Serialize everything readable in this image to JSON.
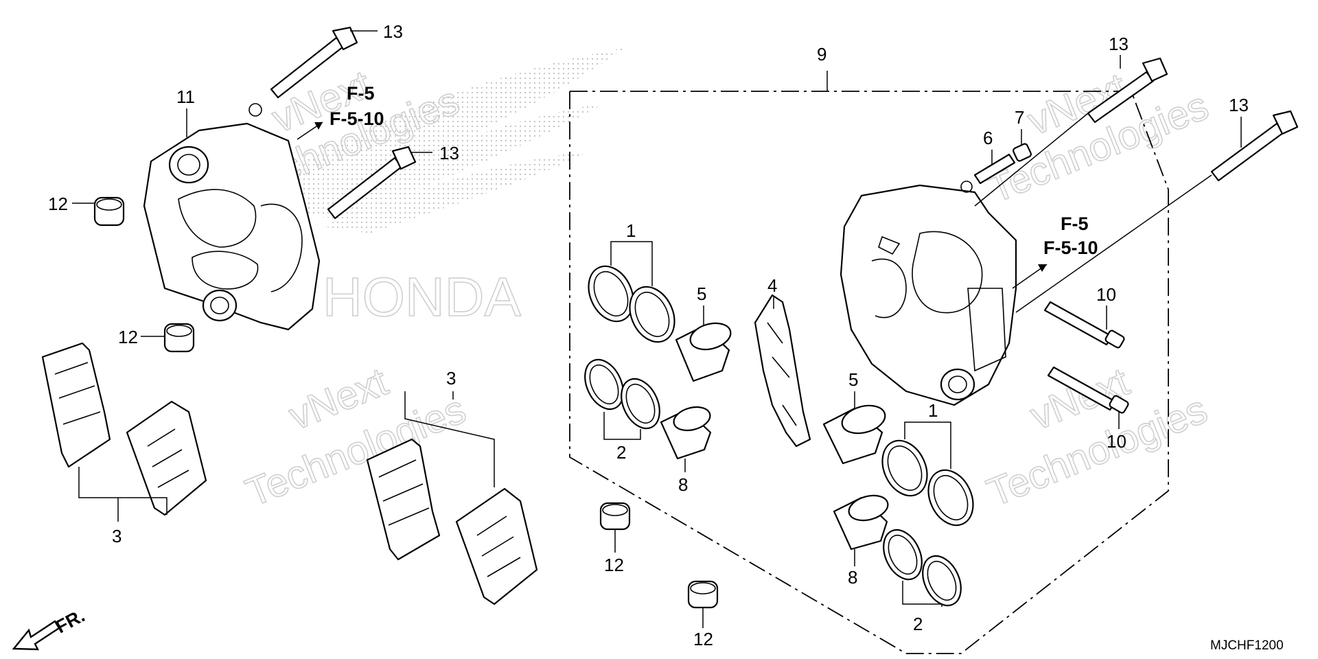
{
  "diagram": {
    "watermark": {
      "brand_lines": [
        "vNext",
        "Technologies"
      ],
      "logo_text": "HONDA"
    },
    "callouts": {
      "c1a": "1",
      "c1b": "1",
      "c2a": "2",
      "c2b": "2",
      "c3a": "3",
      "c3b": "3",
      "c4": "4",
      "c5a": "5",
      "c5b": "5",
      "c6": "6",
      "c7": "7",
      "c8a": "8",
      "c8b": "8",
      "c9": "9",
      "c10a": "10",
      "c10b": "10",
      "c11": "11",
      "c12a": "12",
      "c12b": "12",
      "c12c": "12",
      "c12d": "12",
      "c13a": "13",
      "c13b": "13",
      "c13c": "13",
      "c13d": "13"
    },
    "references": {
      "left_line1": "F-5",
      "left_line2": "F-5-10",
      "right_line1": "F-5",
      "right_line2": "F-5-10"
    },
    "front_label": "FR.",
    "diagram_code": "MJCHF1200"
  }
}
